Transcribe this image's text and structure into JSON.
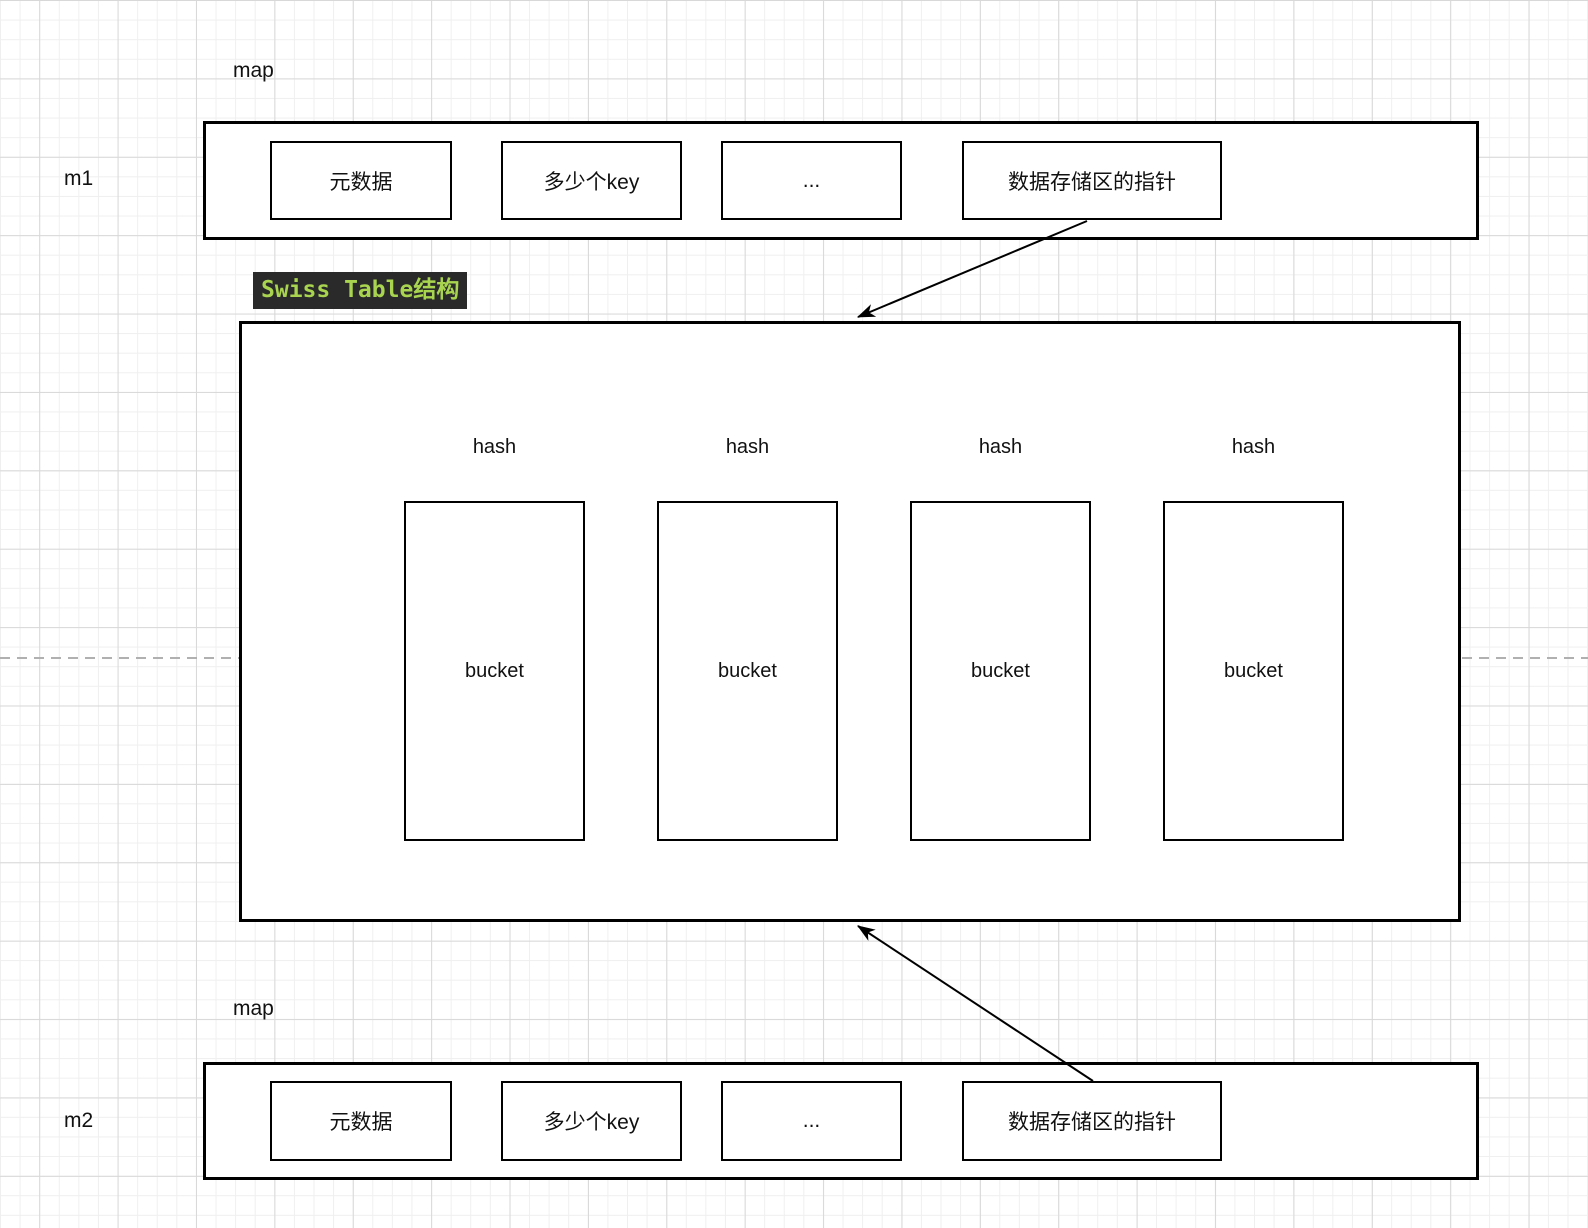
{
  "colors": {
    "box_border": "#000000",
    "arrow": "#000000",
    "grid_minor": "#efefef",
    "grid_major": "#d8d8d8",
    "dashed_divider": "#b0b0b0",
    "swiss_title_bg": "#2a2a2a",
    "swiss_title_fg": "#a8d44f"
  },
  "m1": {
    "type_label": "map",
    "instance_label": "m1",
    "cells": [
      "元数据",
      "多少个key",
      "...",
      "数据存储区的指针"
    ]
  },
  "m2": {
    "type_label": "map",
    "instance_label": "m2",
    "cells": [
      "元数据",
      "多少个key",
      "...",
      "数据存储区的指针"
    ]
  },
  "swiss_table": {
    "title": "Swiss Table结构",
    "columns": [
      {
        "hash_label": "hash",
        "bucket_label": "bucket"
      },
      {
        "hash_label": "hash",
        "bucket_label": "bucket"
      },
      {
        "hash_label": "hash",
        "bucket_label": "bucket"
      },
      {
        "hash_label": "hash",
        "bucket_label": "bucket"
      }
    ]
  }
}
